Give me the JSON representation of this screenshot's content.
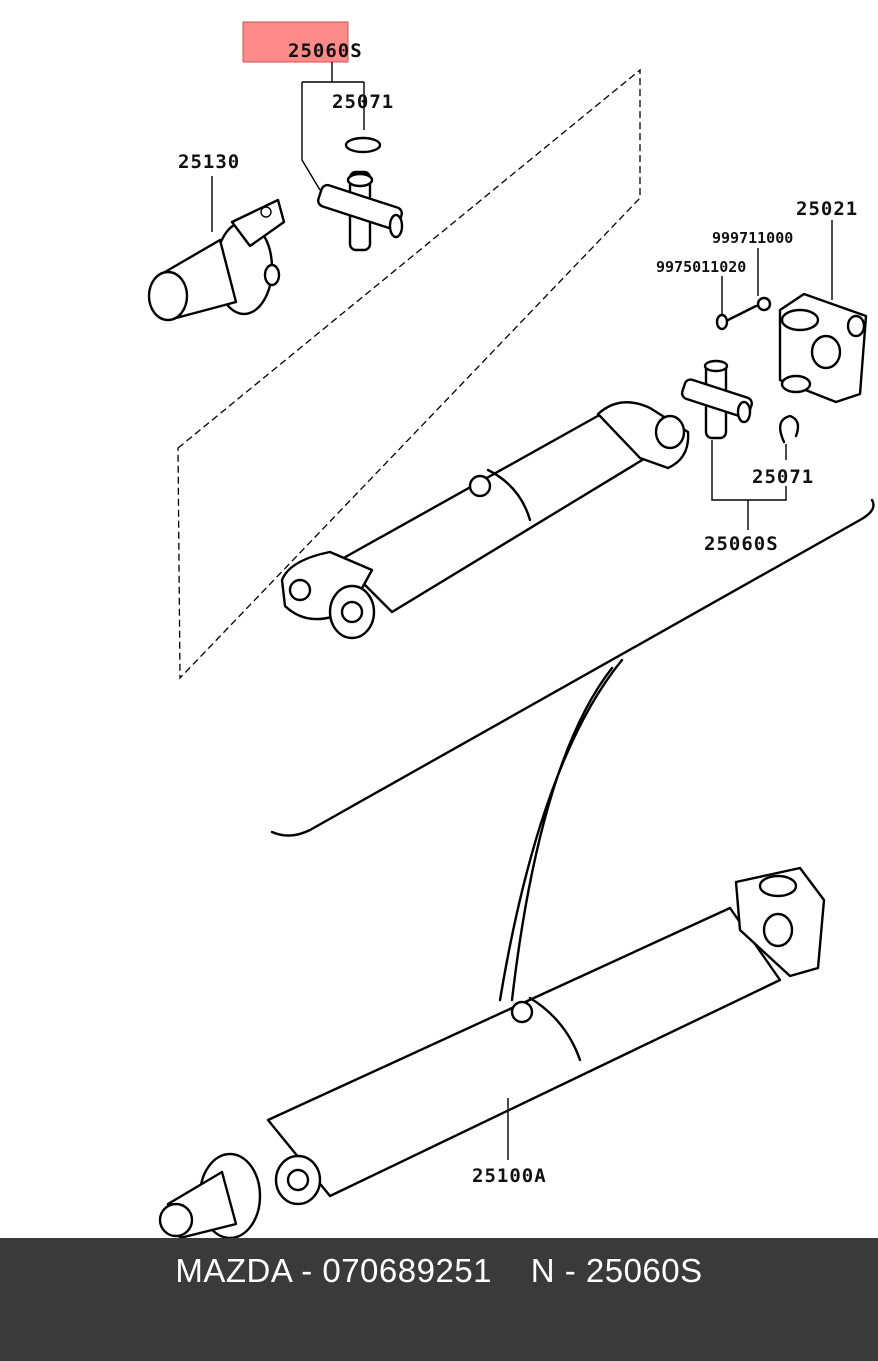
{
  "highlight_color": "#ff7f7f",
  "callouts": {
    "yoke_joint_top": "25060S",
    "snap_ring_top": "25071",
    "sleeve_yoke": "25130",
    "flange_yoke": "25021",
    "washer": "999711000",
    "bolt": "9975011020",
    "snap_ring_right": "25071",
    "yoke_joint_right": "25060S",
    "propeller_shaft": "25100A"
  },
  "footer": {
    "text": "MAZDA - 070689251    N - 25060S"
  }
}
